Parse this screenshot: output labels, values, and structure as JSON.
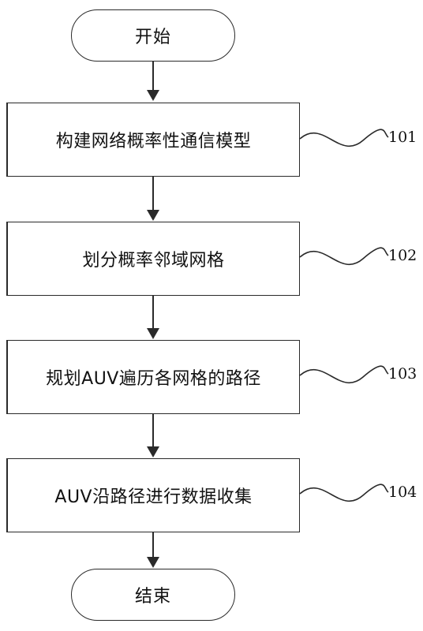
{
  "flowchart": {
    "start": "开始",
    "end": "结束",
    "steps": [
      {
        "label": "构建网络概率性通信模型",
        "ref": "101"
      },
      {
        "label": "划分概率邻域网格",
        "ref": "102"
      },
      {
        "label": "规划AUV遍历各网格的路径",
        "ref": "103"
      },
      {
        "label": "AUV沿路径进行数据收集",
        "ref": "104"
      }
    ]
  },
  "colors": {
    "line": "#2a2a2a",
    "text": "#111111"
  }
}
